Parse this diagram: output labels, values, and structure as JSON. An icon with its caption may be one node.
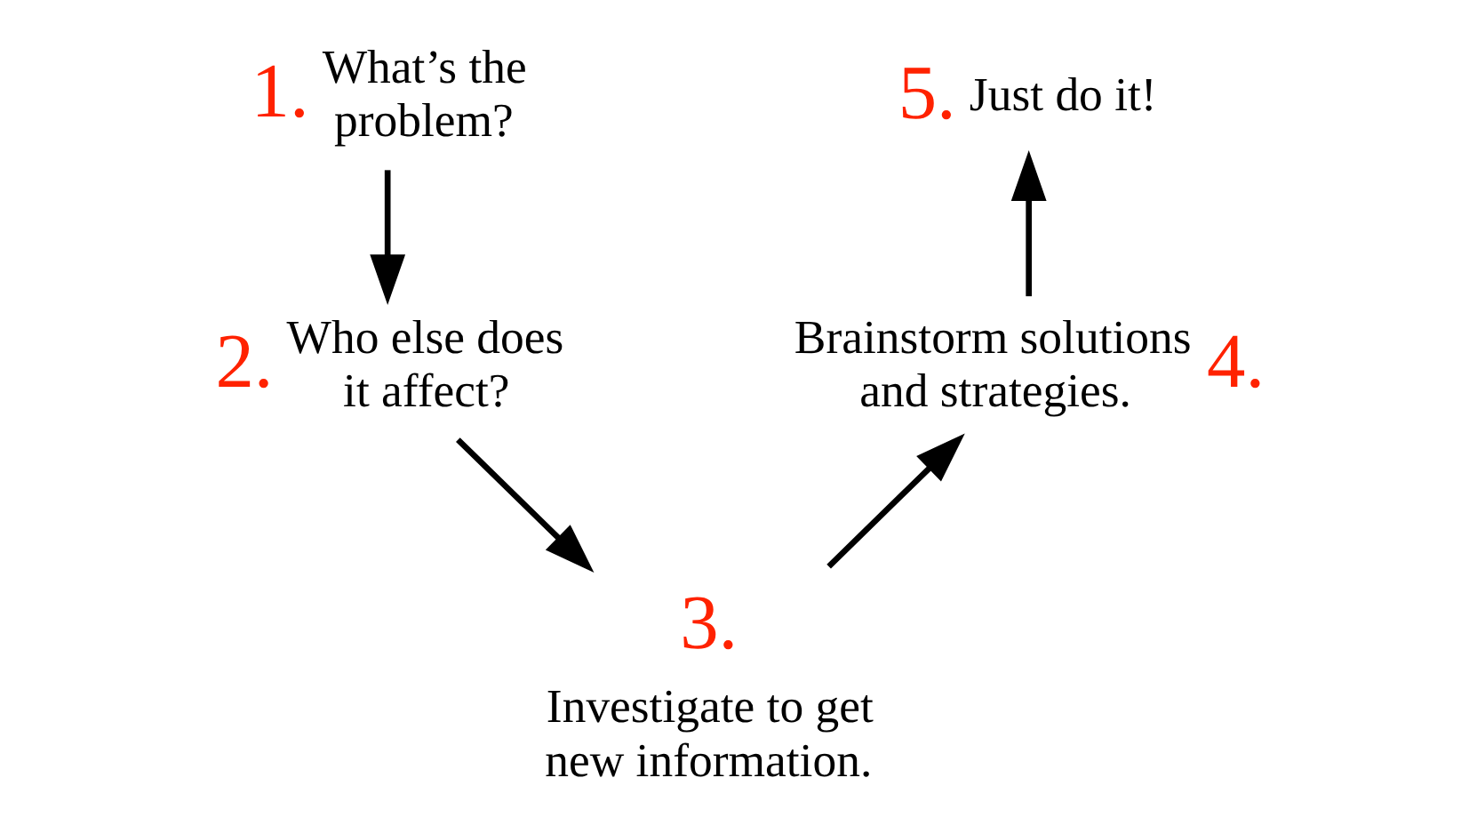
{
  "diagram": {
    "nodes": [
      {
        "text": [
          "1.",
          "What’s the problem?"
        ]
      },
      {
        "text": [
          "2.",
          "Who else does it affect?"
        ]
      },
      {
        "text": [
          "3.",
          "Investigate to get new information."
        ]
      },
      {
        "text": [
          "Brainstorm solutions and strategies.",
          "4."
        ]
      },
      {
        "text": [
          "5.",
          "Just do it!"
        ]
      }
    ],
    "edges": [
      {
        "from": 0,
        "to": 1,
        "arrow": "to"
      },
      {
        "from": 1,
        "to": 2,
        "arrow": "to"
      },
      {
        "from": 2,
        "to": 3,
        "arrow": "to"
      },
      {
        "from": 3,
        "to": 4,
        "arrow": "to"
      }
    ]
  }
}
